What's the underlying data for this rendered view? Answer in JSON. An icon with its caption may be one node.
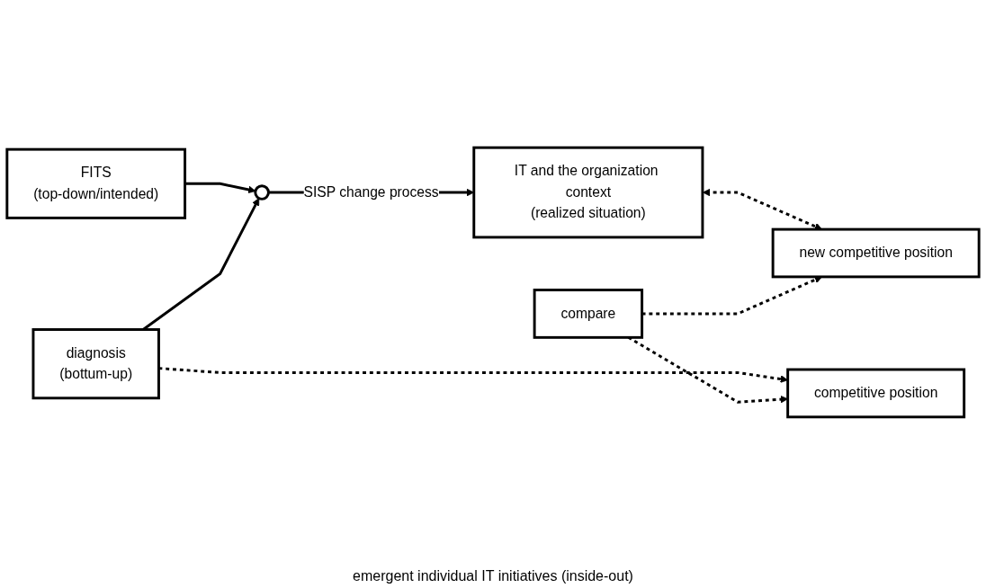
{
  "diagram": {
    "nodes": [
      {
        "text": [
          "FITS",
          "(top-down/intended)"
        ]
      },
      {
        "text": [],
        "shape": "circle"
      },
      {
        "text": [
          "IT and the organization context",
          "(realized situation)"
        ]
      },
      {
        "text": [
          "diagnosis",
          "(bottum-up)"
        ]
      },
      {
        "text": [
          "competitive position"
        ]
      },
      {
        "text": [
          "compare"
        ]
      },
      {
        "text": [
          "new competitive position"
        ]
      }
    ],
    "edges": [
      {
        "from": 0,
        "to": 1,
        "arrow": "to"
      },
      {
        "from": 3,
        "to": 1,
        "arrow": "to"
      },
      {
        "from": 1,
        "to": 2,
        "arrow": "to",
        "label": "SISP change process"
      },
      {
        "from": 3,
        "to": 4,
        "arrow": "to",
        "style": "dashed"
      },
      {
        "from": 2,
        "to": 6,
        "arrow": "both",
        "style": "dashed"
      },
      {
        "from": 5,
        "to": 4,
        "arrow": "to",
        "style": "dashed"
      },
      {
        "from": 5,
        "to": 6,
        "arrow": "to",
        "style": "dashed"
      }
    ],
    "labels": [
      "emergent individual IT initiatives (inside-out)"
    ]
  }
}
